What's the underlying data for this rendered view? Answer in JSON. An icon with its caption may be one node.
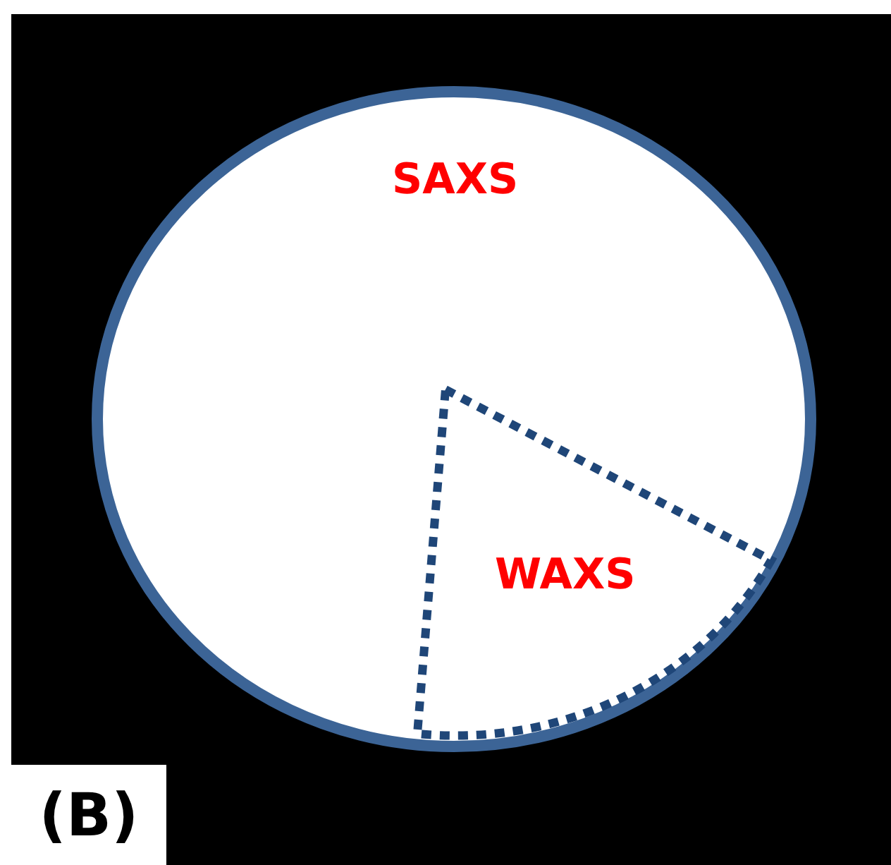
{
  "diagram": {
    "nodes": [
      {
        "text": [
          "SAXS"
        ]
      },
      {
        "text": [
          "WAXS"
        ],
        "in": 0
      }
    ],
    "labels": [
      "(B)"
    ]
  }
}
